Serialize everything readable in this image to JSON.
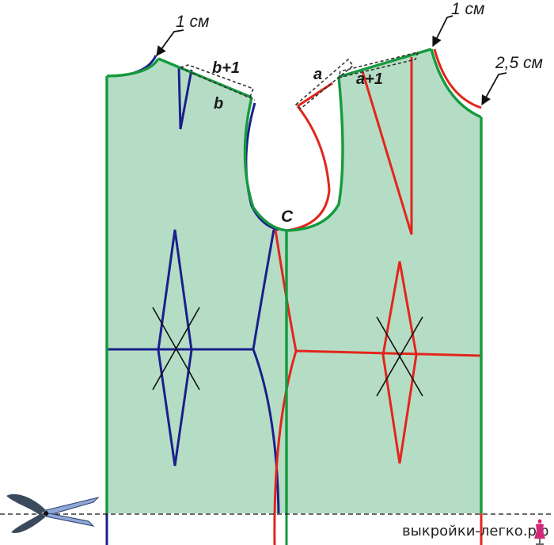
{
  "labels": {
    "neck_offset_back": "1 см",
    "neck_offset_front": "1 см",
    "armhole_offset": "2,5 см",
    "back_shoulder_new": "b+1",
    "back_shoulder_old": "b",
    "front_shoulder_old": "a",
    "front_shoulder_new": "a+1",
    "armhole_point": "C"
  },
  "footer": {
    "site": "выкройки-легко.рф"
  },
  "colors": {
    "fill": "#b5ddc5",
    "outline_new": "#159a3e",
    "back_original": "#1b1f8c",
    "front_original": "#e3251b",
    "helper_lines": "#111111",
    "mannequin": "#d4287a"
  },
  "icons": {
    "scissors": "scissors-icon",
    "mannequin": "dress-form-icon"
  }
}
